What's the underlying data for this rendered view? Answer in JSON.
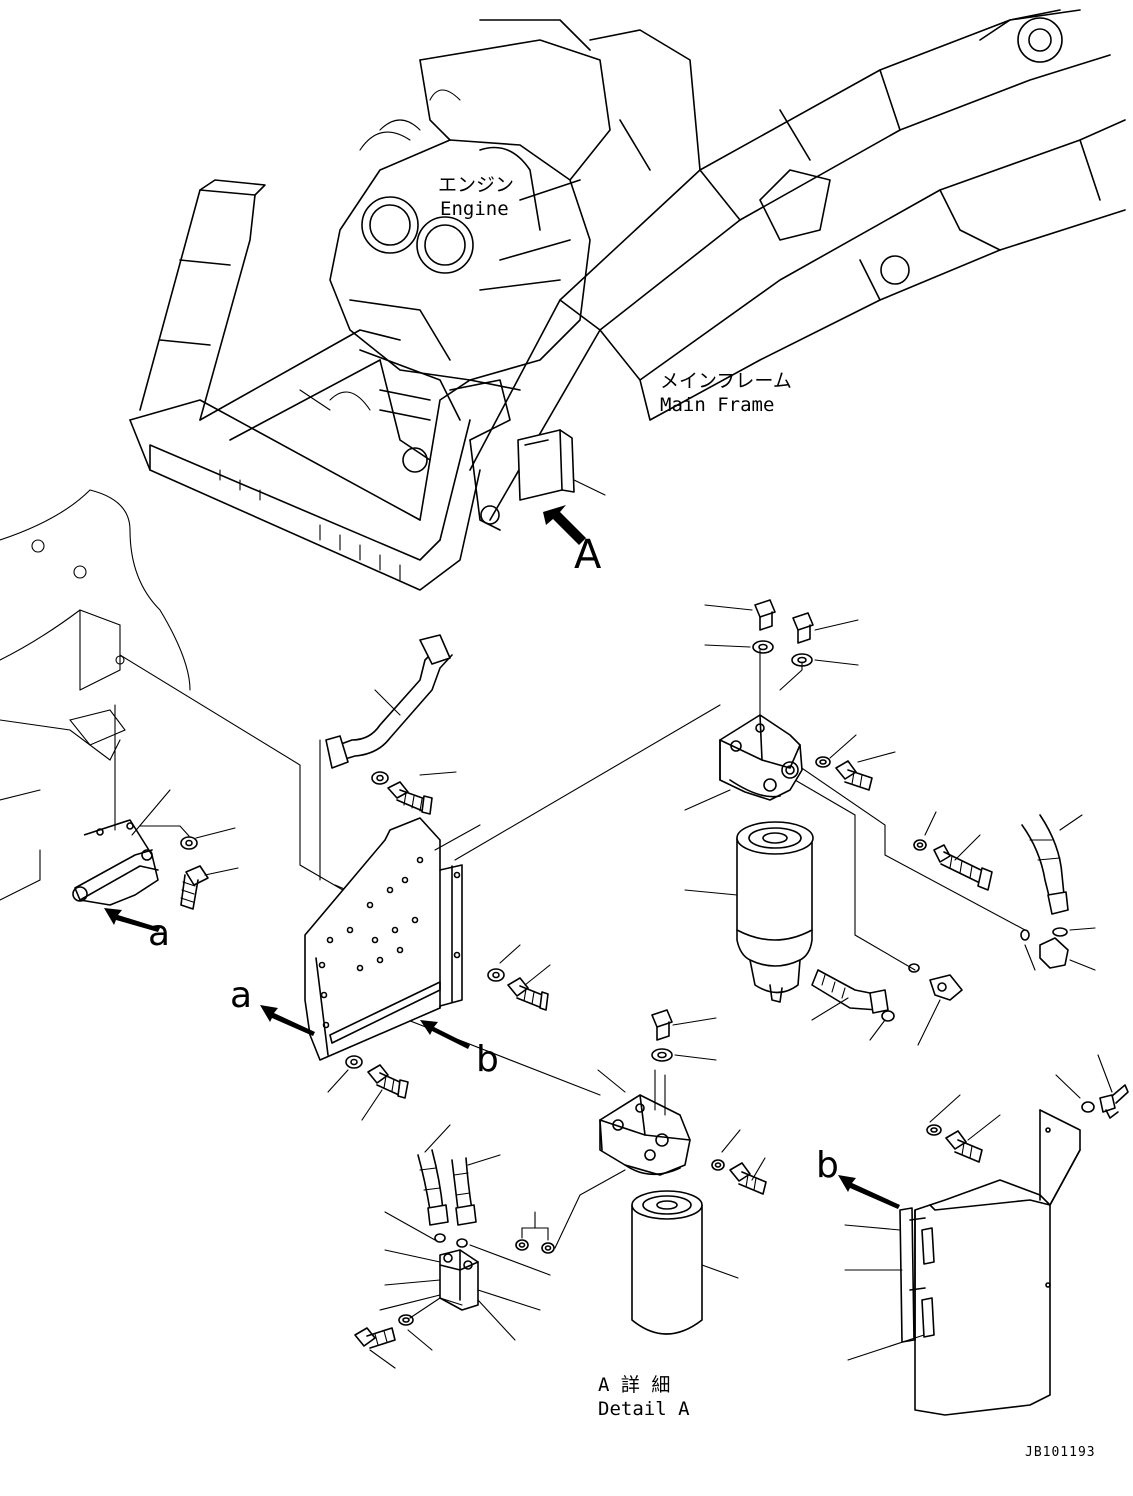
{
  "labels": {
    "engine_jp": "エンジン",
    "engine_en": "Engine",
    "main_frame_jp": "メインフレーム",
    "main_frame_en": "Main Frame",
    "view_a": "A",
    "detail_jp": "A 詳 細",
    "detail_en": "Detail A",
    "ref_a_left": "a",
    "ref_a_plate": "a",
    "ref_b_plate": "b",
    "ref_b_cover": "b",
    "drawing_id": "JB101193"
  }
}
